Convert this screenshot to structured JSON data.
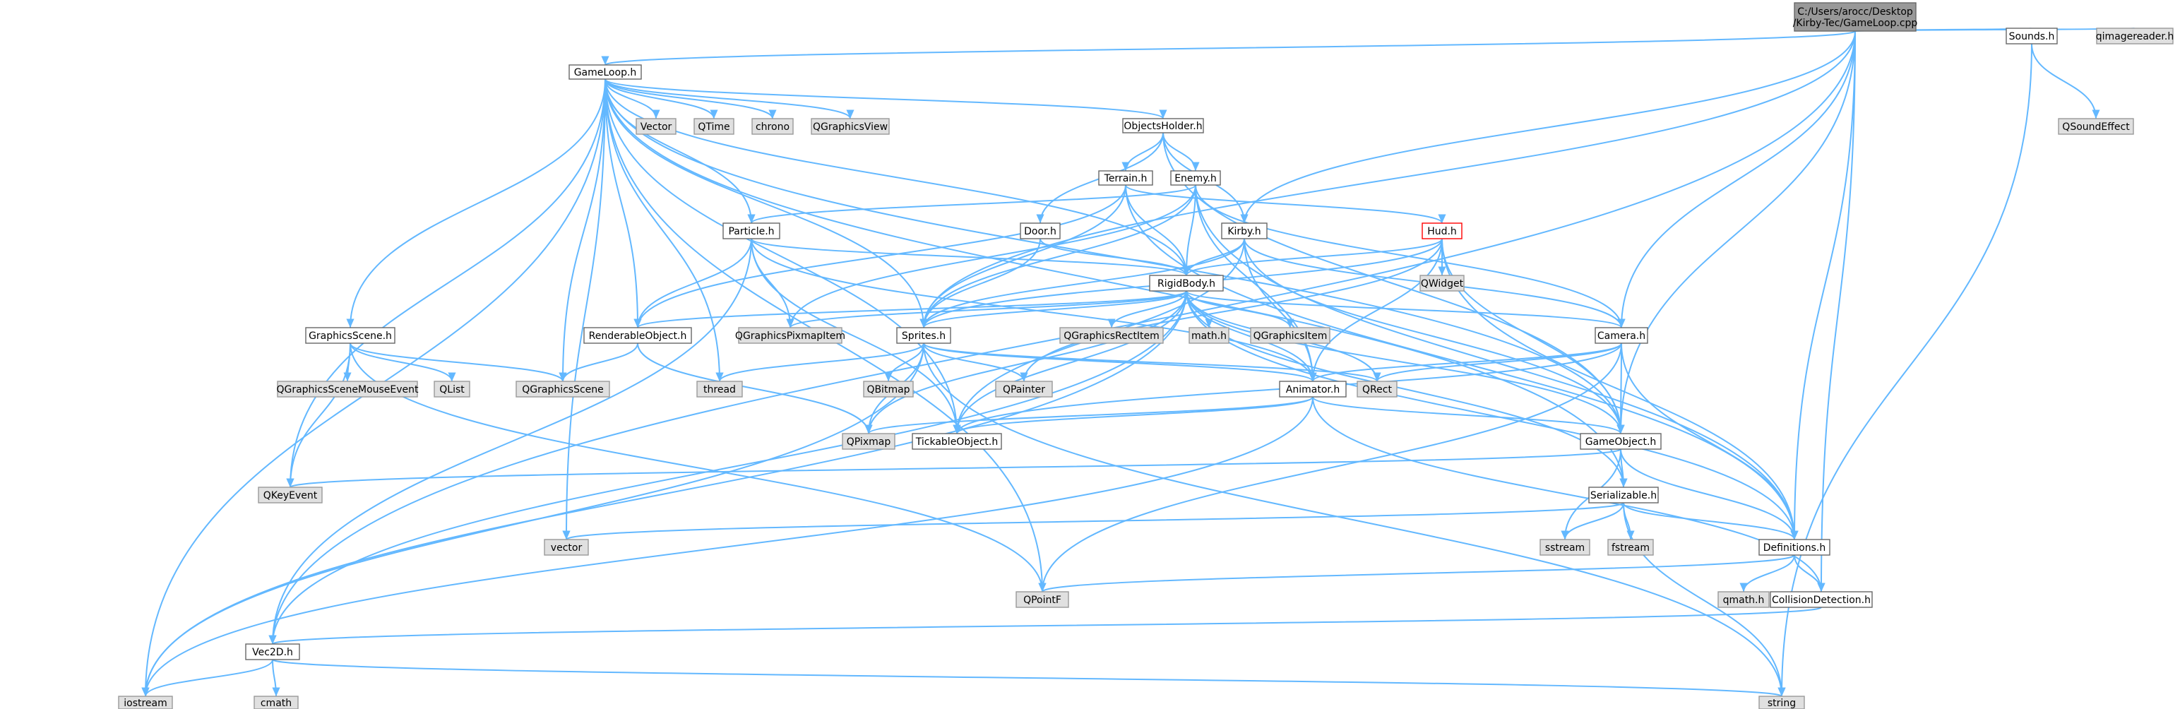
{
  "title": "C:/Users/arocc/Desktop/Kirby-Tec/GameLoop.cpp",
  "colors": {
    "edge": "#63B8FF",
    "root_fill": "#999999",
    "root_border": "#666666",
    "header_fill": "#FFFFFF",
    "header_border": "#666666",
    "highlight_border": "#FF0000",
    "system_fill": "#E0E0E0",
    "system_border": "#999999"
  },
  "nodes": [
    {
      "id": "root",
      "label": "C:/Users/arocc/Desktop\n/Kirby-Tec/GameLoop.cpp",
      "kind": "root"
    },
    {
      "id": "gameloop",
      "label": "GameLoop.h",
      "kind": "header"
    },
    {
      "id": "sounds",
      "label": "Sounds.h",
      "kind": "header"
    },
    {
      "id": "qimagereader",
      "label": "qimagereader.h",
      "kind": "system"
    },
    {
      "id": "qsoundeffect",
      "label": "QSoundEffect",
      "kind": "system"
    },
    {
      "id": "vector_tpl",
      "label": "Vector",
      "kind": "system"
    },
    {
      "id": "qtime",
      "label": "QTime",
      "kind": "system"
    },
    {
      "id": "chrono",
      "label": "chrono",
      "kind": "system"
    },
    {
      "id": "qgraphicsview",
      "label": "QGraphicsView",
      "kind": "system"
    },
    {
      "id": "objectsholder",
      "label": "ObjectsHolder.h",
      "kind": "header"
    },
    {
      "id": "terrain",
      "label": "Terrain.h",
      "kind": "header"
    },
    {
      "id": "enemy",
      "label": "Enemy.h",
      "kind": "header"
    },
    {
      "id": "particle",
      "label": "Particle.h",
      "kind": "header"
    },
    {
      "id": "door",
      "label": "Door.h",
      "kind": "header"
    },
    {
      "id": "kirby",
      "label": "Kirby.h",
      "kind": "header"
    },
    {
      "id": "hud",
      "label": "Hud.h",
      "kind": "highlight"
    },
    {
      "id": "qwidget",
      "label": "QWidget",
      "kind": "system"
    },
    {
      "id": "rigidbody",
      "label": "RigidBody.h",
      "kind": "header"
    },
    {
      "id": "graphicsscene",
      "label": "GraphicsScene.h",
      "kind": "header"
    },
    {
      "id": "renderable",
      "label": "RenderableObject.h",
      "kind": "header"
    },
    {
      "id": "qgpixmapitem",
      "label": "QGraphicsPixmapItem",
      "kind": "system"
    },
    {
      "id": "sprites",
      "label": "Sprites.h",
      "kind": "header"
    },
    {
      "id": "qgrectitem",
      "label": "QGraphicsRectItem",
      "kind": "system"
    },
    {
      "id": "mathh",
      "label": "math.h",
      "kind": "system"
    },
    {
      "id": "qgitem",
      "label": "QGraphicsItem",
      "kind": "system"
    },
    {
      "id": "camera",
      "label": "Camera.h",
      "kind": "header"
    },
    {
      "id": "qgsme",
      "label": "QGraphicsSceneMouseEvent",
      "kind": "system"
    },
    {
      "id": "qlist",
      "label": "QList",
      "kind": "system"
    },
    {
      "id": "qgscene",
      "label": "QGraphicsScene",
      "kind": "system"
    },
    {
      "id": "thread",
      "label": "thread",
      "kind": "system"
    },
    {
      "id": "qbitmap",
      "label": "QBitmap",
      "kind": "system"
    },
    {
      "id": "qpainter",
      "label": "QPainter",
      "kind": "system"
    },
    {
      "id": "animator",
      "label": "Animator.h",
      "kind": "header"
    },
    {
      "id": "qrect",
      "label": "QRect",
      "kind": "system"
    },
    {
      "id": "qpixmap",
      "label": "QPixmap",
      "kind": "system"
    },
    {
      "id": "tickable",
      "label": "TickableObject.h",
      "kind": "header"
    },
    {
      "id": "gameobject",
      "label": "GameObject.h",
      "kind": "header"
    },
    {
      "id": "qkeyevent",
      "label": "QKeyEvent",
      "kind": "system"
    },
    {
      "id": "serializable",
      "label": "Serializable.h",
      "kind": "header"
    },
    {
      "id": "vector",
      "label": "vector",
      "kind": "system"
    },
    {
      "id": "sstream",
      "label": "sstream",
      "kind": "system"
    },
    {
      "id": "fstream",
      "label": "fstream",
      "kind": "system"
    },
    {
      "id": "definitions",
      "label": "Definitions.h",
      "kind": "header"
    },
    {
      "id": "qpointf",
      "label": "QPointF",
      "kind": "system"
    },
    {
      "id": "qmath",
      "label": "qmath.h",
      "kind": "system"
    },
    {
      "id": "collision",
      "label": "CollisionDetection.h",
      "kind": "header"
    },
    {
      "id": "vec2d",
      "label": "Vec2D.h",
      "kind": "header"
    },
    {
      "id": "iostream",
      "label": "iostream",
      "kind": "system"
    },
    {
      "id": "cmath",
      "label": "cmath",
      "kind": "system"
    },
    {
      "id": "string",
      "label": "string",
      "kind": "system"
    }
  ],
  "edges": [
    [
      "root",
      "gameloop"
    ],
    [
      "root",
      "sounds"
    ],
    [
      "root",
      "qimagereader"
    ],
    [
      "root",
      "kirby"
    ],
    [
      "root",
      "sprites"
    ],
    [
      "root",
      "camera"
    ],
    [
      "root",
      "gameobject"
    ],
    [
      "root",
      "definitions"
    ],
    [
      "root",
      "collision"
    ],
    [
      "root",
      "vec2d"
    ],
    [
      "sounds",
      "qsoundeffect"
    ],
    [
      "sounds",
      "string"
    ],
    [
      "gameloop",
      "vector_tpl"
    ],
    [
      "gameloop",
      "qtime"
    ],
    [
      "gameloop",
      "chrono"
    ],
    [
      "gameloop",
      "qgraphicsview"
    ],
    [
      "gameloop",
      "objectsholder"
    ],
    [
      "gameloop",
      "particle"
    ],
    [
      "gameloop",
      "rigidbody"
    ],
    [
      "gameloop",
      "renderable"
    ],
    [
      "gameloop",
      "sprites"
    ],
    [
      "gameloop",
      "graphicsscene"
    ],
    [
      "gameloop",
      "qgscene"
    ],
    [
      "gameloop",
      "thread"
    ],
    [
      "gameloop",
      "tickable"
    ],
    [
      "gameloop",
      "qkeyevent"
    ],
    [
      "gameloop",
      "vector"
    ],
    [
      "gameloop",
      "iostream"
    ],
    [
      "gameloop",
      "qpointf"
    ],
    [
      "gameloop",
      "gameobject"
    ],
    [
      "gameloop",
      "serializable"
    ],
    [
      "objectsholder",
      "terrain"
    ],
    [
      "objectsholder",
      "enemy"
    ],
    [
      "objectsholder",
      "door"
    ],
    [
      "objectsholder",
      "kirby"
    ],
    [
      "objectsholder",
      "gameobject"
    ],
    [
      "terrain",
      "rigidbody"
    ],
    [
      "terrain",
      "sprites"
    ],
    [
      "terrain",
      "hud"
    ],
    [
      "terrain",
      "renderable"
    ],
    [
      "terrain",
      "definitions"
    ],
    [
      "enemy",
      "rigidbody"
    ],
    [
      "enemy",
      "sprites"
    ],
    [
      "enemy",
      "particle"
    ],
    [
      "enemy",
      "qgpixmapitem"
    ],
    [
      "enemy",
      "camera"
    ],
    [
      "enemy",
      "animator"
    ],
    [
      "enemy",
      "definitions"
    ],
    [
      "door",
      "rigidbody"
    ],
    [
      "door",
      "sprites"
    ],
    [
      "kirby",
      "rigidbody"
    ],
    [
      "kirby",
      "sprites"
    ],
    [
      "kirby",
      "camera"
    ],
    [
      "kirby",
      "animator"
    ],
    [
      "kirby",
      "gameobject"
    ],
    [
      "kirby",
      "tickable"
    ],
    [
      "hud",
      "qwidget"
    ],
    [
      "hud",
      "rigidbody"
    ],
    [
      "hud",
      "sprites"
    ],
    [
      "hud",
      "qpainter"
    ],
    [
      "hud",
      "gameobject"
    ],
    [
      "hud",
      "animator"
    ],
    [
      "hud",
      "definitions"
    ],
    [
      "particle",
      "rigidbody"
    ],
    [
      "particle",
      "renderable"
    ],
    [
      "particle",
      "qgpixmapitem"
    ],
    [
      "particle",
      "animator"
    ],
    [
      "particle",
      "tickable"
    ],
    [
      "particle",
      "vec2d"
    ],
    [
      "rigidbody",
      "qgrectitem"
    ],
    [
      "rigidbody",
      "mathh"
    ],
    [
      "rigidbody",
      "qgitem"
    ],
    [
      "rigidbody",
      "qgpixmapitem"
    ],
    [
      "rigidbody",
      "renderable"
    ],
    [
      "rigidbody",
      "sprites"
    ],
    [
      "rigidbody",
      "camera"
    ],
    [
      "rigidbody",
      "animator"
    ],
    [
      "rigidbody",
      "qrect"
    ],
    [
      "rigidbody",
      "gameobject"
    ],
    [
      "rigidbody",
      "serializable"
    ],
    [
      "rigidbody",
      "qpixmap"
    ],
    [
      "rigidbody",
      "tickable"
    ],
    [
      "rigidbody",
      "vec2d"
    ],
    [
      "rigidbody",
      "iostream"
    ],
    [
      "rigidbody",
      "definitions"
    ],
    [
      "graphicsscene",
      "qgsme"
    ],
    [
      "graphicsscene",
      "qlist"
    ],
    [
      "graphicsscene",
      "qgscene"
    ],
    [
      "graphicsscene",
      "qkeyevent"
    ],
    [
      "graphicsscene",
      "qpointf"
    ],
    [
      "renderable",
      "qgscene"
    ],
    [
      "renderable",
      "qpixmap"
    ],
    [
      "sprites",
      "thread"
    ],
    [
      "sprites",
      "qbitmap"
    ],
    [
      "sprites",
      "qpainter"
    ],
    [
      "sprites",
      "qpixmap"
    ],
    [
      "sprites",
      "animator"
    ],
    [
      "sprites",
      "qrect"
    ],
    [
      "sprites",
      "iostream"
    ],
    [
      "sprites",
      "string"
    ],
    [
      "camera",
      "qrect"
    ],
    [
      "camera",
      "animator"
    ],
    [
      "camera",
      "gameobject"
    ],
    [
      "camera",
      "tickable"
    ],
    [
      "camera",
      "definitions"
    ],
    [
      "camera",
      "qpointf"
    ],
    [
      "animator",
      "qpixmap"
    ],
    [
      "animator",
      "tickable"
    ],
    [
      "animator",
      "gameobject"
    ],
    [
      "animator",
      "collision"
    ],
    [
      "animator",
      "iostream"
    ],
    [
      "gameobject",
      "qkeyevent"
    ],
    [
      "gameobject",
      "serializable"
    ],
    [
      "gameobject",
      "sstream"
    ],
    [
      "gameobject",
      "definitions"
    ],
    [
      "serializable",
      "vector"
    ],
    [
      "serializable",
      "sstream"
    ],
    [
      "serializable",
      "fstream"
    ],
    [
      "serializable",
      "definitions"
    ],
    [
      "serializable",
      "string"
    ],
    [
      "definitions",
      "qpointf"
    ],
    [
      "definitions",
      "qmath"
    ],
    [
      "definitions",
      "collision"
    ],
    [
      "collision",
      "vec2d"
    ],
    [
      "vec2d",
      "iostream"
    ],
    [
      "vec2d",
      "cmath"
    ],
    [
      "vec2d",
      "string"
    ]
  ]
}
